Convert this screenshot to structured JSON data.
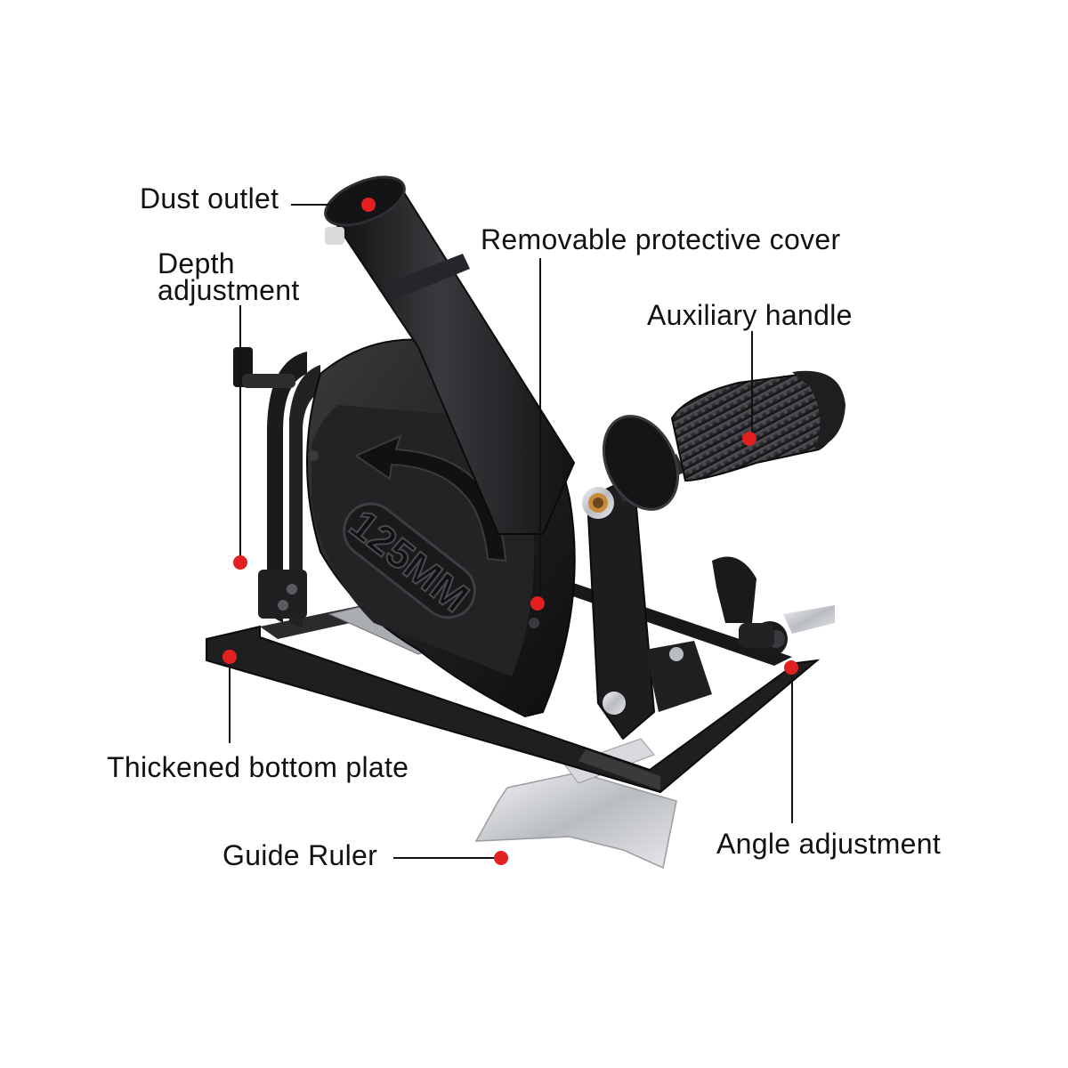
{
  "labels": {
    "dust_outlet": "Dust outlet",
    "depth_adjustment_line1": "Depth",
    "depth_adjustment_line2": "adjustment",
    "removable_cover": "Removable protective cover",
    "auxiliary_handle": "Auxiliary handle",
    "bottom_plate": "Thickened bottom plate",
    "guide_ruler": "Guide Ruler",
    "angle_adjustment": "Angle adjustment"
  },
  "guard_marking": "125MM",
  "colors": {
    "background": "#ffffff",
    "text": "#111111",
    "leader_line": "#111111",
    "marker_dot": "#e32020",
    "body_dark": "#1c1c1e",
    "body_mid": "#2e2e31",
    "steel": "#c9ccd0",
    "brass": "#c98a3a"
  }
}
